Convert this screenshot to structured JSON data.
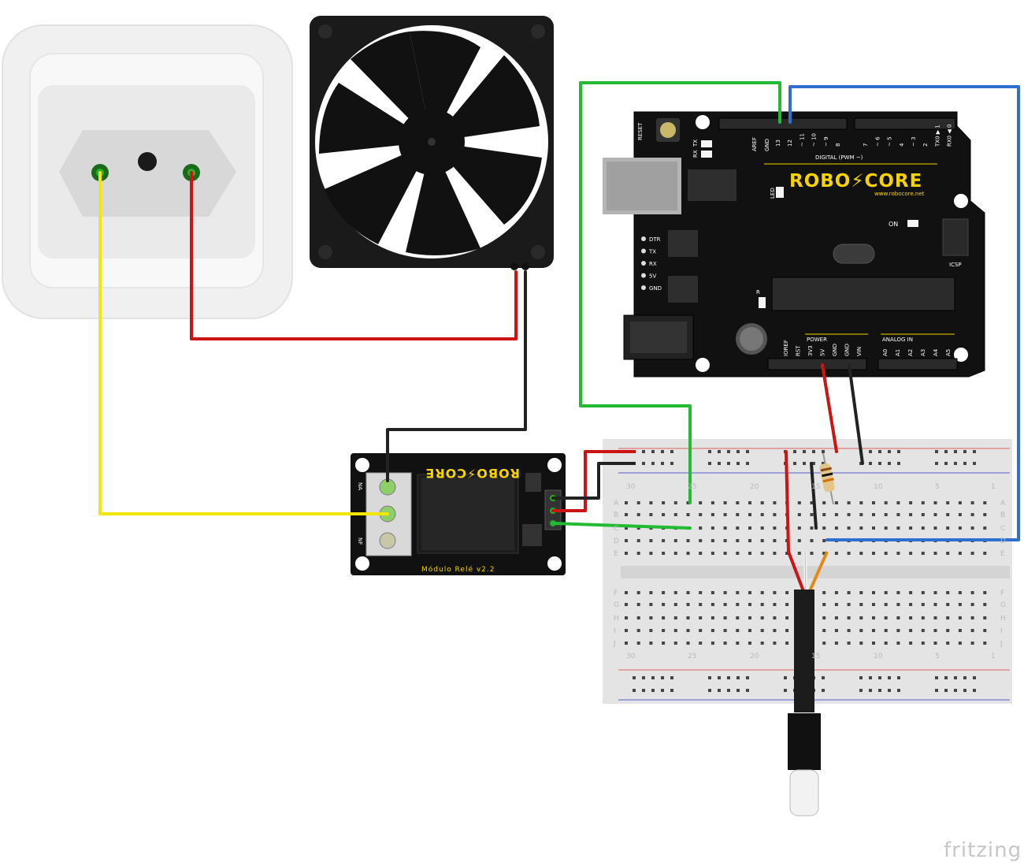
{
  "arduino": {
    "reset": "RESET",
    "rx": "RX",
    "tx": "TX",
    "aref": "AREF",
    "gnd": "GND",
    "pins_top": [
      "13",
      "12",
      "~ 11",
      "~ 10",
      "~ 9",
      "8",
      "7",
      "~ 6",
      "~ 5",
      "4",
      "~ 3",
      "2",
      "TX0 ▶ 1",
      "RX0 ◀ 0"
    ],
    "digital": "DIGITAL (PWM ~)",
    "brand": "ROBO⚡CORE",
    "url": "www.robocore.net",
    "led": "LED",
    "on": "ON",
    "icsp": "ICSP",
    "side_labels": [
      "DTR",
      "TX",
      "RX",
      "5V",
      "GND"
    ],
    "r": "R",
    "power": "POWER",
    "analog_in": "ANALOG IN",
    "power_pins": [
      "IOREF",
      "RST",
      "3V3",
      "5V",
      "GND",
      "GND",
      "VIN"
    ],
    "analog_pins": [
      "A0",
      "A1",
      "A2",
      "A3",
      "A4",
      "A5"
    ]
  },
  "relay": {
    "brand": "ROBO⚡CORE",
    "na": "NA",
    "nf": "NF",
    "name": "Módulo Relé v2.2"
  },
  "breadboard": {
    "rows": [
      "A",
      "B",
      "C",
      "D",
      "E",
      "F",
      "G",
      "H",
      "I",
      "J"
    ],
    "col_numbers": [
      "30",
      "25",
      "20",
      "15",
      "10",
      "5",
      "1"
    ]
  },
  "footer": {
    "brand": "fritzing"
  },
  "colors": {
    "yellow_wire": "#f0e60a",
    "red_wire": "#cc1414",
    "black_wire": "#222222",
    "green_wire": "#22bb33",
    "blue_wire": "#2f6fd0",
    "board": "#111111",
    "accent": "#f5d300"
  }
}
